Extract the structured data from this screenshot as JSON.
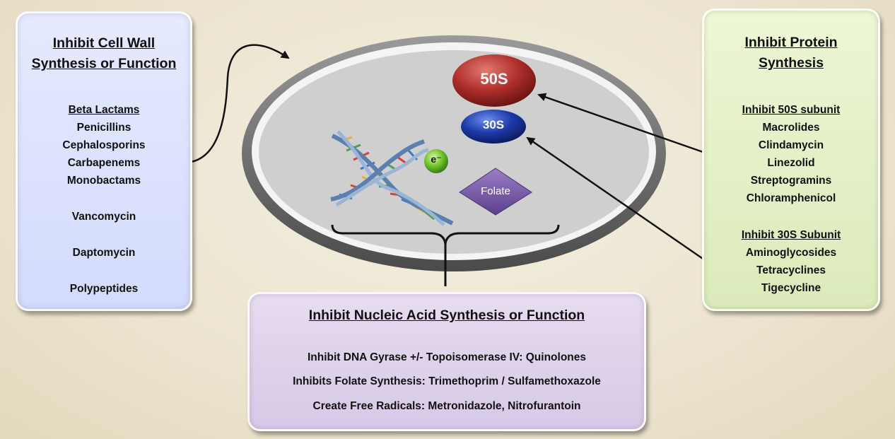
{
  "cell_wall": {
    "title_line1": "Inhibit Cell Wall",
    "title_line2": "Synthesis or Function",
    "items": [
      "Beta Lactams",
      "Penicillins",
      "Cephalosporins",
      "Carbapenems",
      "Monobactams",
      "Vancomycin",
      "Daptomycin",
      "Polypeptides"
    ]
  },
  "protein": {
    "title_line1": "Inhibit Protein",
    "title_line2": "Synthesis",
    "group_50s_header": "Inhibit 50S subunit",
    "group_50s": [
      "Macrolides",
      "Clindamycin",
      "Linezolid",
      "Streptogramins",
      "Chloramphenicol"
    ],
    "group_30s_header": "Inhibit 30S Subunit",
    "group_30s": [
      "Aminoglycosides",
      "Tetracyclines",
      "Tigecycline"
    ]
  },
  "nucleic": {
    "title": "Inhibit Nucleic Acid Synthesis or Function",
    "lines": [
      "Inhibit DNA Gyrase +/- Topoisomerase IV: Quinolones",
      "Inhibits Folate Synthesis: Trimethoprim / Sulfamethoxazole",
      "Create Free Radicals: Metronidazole, Nitrofurantoin"
    ]
  },
  "cell": {
    "ribosome_50s": "50S",
    "ribosome_30s": "30S",
    "electron": "e⁻",
    "folate": "Folate"
  },
  "colors": {
    "cell_wall_box": "#dbe1fd",
    "protein_box": "#e3efc6",
    "nucleic_box": "#ddd1eb",
    "ribosome_50s": "#b0302c",
    "ribosome_30s": "#1e3aa8",
    "folate": "#7a5aa6",
    "electron": "#6bbf2a"
  }
}
